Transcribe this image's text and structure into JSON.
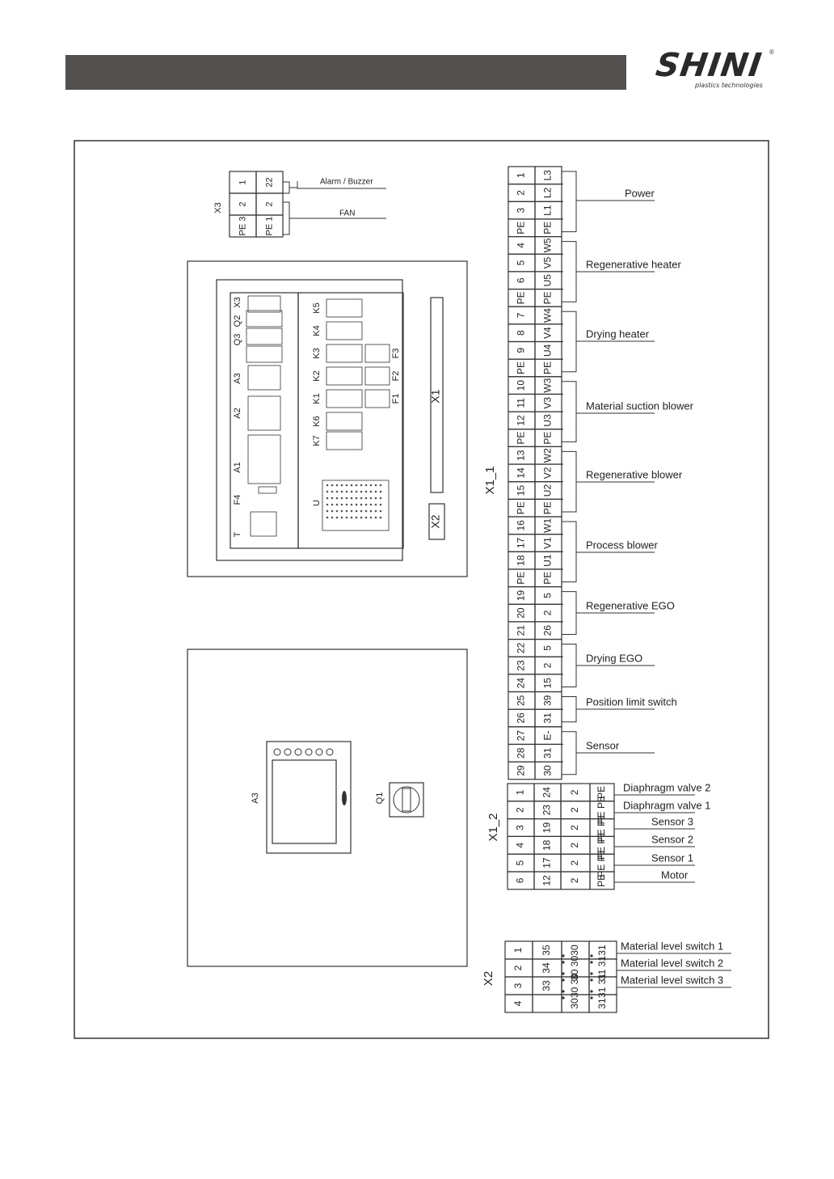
{
  "logo": {
    "word": "SHINI",
    "registered": "®",
    "tagline": "plastics technologies"
  },
  "x3": {
    "label": "X3",
    "rows": [
      [
        "1",
        "22"
      ],
      [
        "2",
        "2"
      ],
      [
        "PE 3",
        "PE 1"
      ]
    ],
    "signals": [
      "Alarm / Buzzer",
      "FAN"
    ]
  },
  "cabinet": {
    "left_components": [
      "X3",
      "Q2",
      "Q3",
      "A3",
      "A2",
      "A1",
      "F4",
      "T"
    ],
    "relays": [
      "K5",
      "K4",
      "K3",
      "K2",
      "K1",
      "K6",
      "K7"
    ],
    "fuses": [
      "F3",
      "F2",
      "F1"
    ],
    "power_supply": "U",
    "terminal_x1": "X1",
    "terminal_x2": "X2"
  },
  "panel": {
    "screen": "A3",
    "switch": "Q1"
  },
  "x1_1": {
    "label": "X1_1",
    "rows": [
      [
        "1",
        "L3"
      ],
      [
        "2",
        "L2"
      ],
      [
        "3",
        "L1"
      ],
      [
        "PE",
        "PE"
      ],
      [
        "4",
        "W5"
      ],
      [
        "5",
        "V5"
      ],
      [
        "6",
        "U5"
      ],
      [
        "PE",
        "PE"
      ],
      [
        "7",
        "W4"
      ],
      [
        "8",
        "V4"
      ],
      [
        "9",
        "U4"
      ],
      [
        "PE",
        "PE"
      ],
      [
        "10",
        "W3"
      ],
      [
        "11",
        "V3"
      ],
      [
        "12",
        "U3"
      ],
      [
        "PE",
        "PE"
      ],
      [
        "13",
        "W2"
      ],
      [
        "14",
        "V2"
      ],
      [
        "15",
        "U2"
      ],
      [
        "PE",
        "PE"
      ],
      [
        "16",
        "W1"
      ],
      [
        "17",
        "V1"
      ],
      [
        "18",
        "U1"
      ],
      [
        "PE",
        "PE"
      ],
      [
        "19",
        "5"
      ],
      [
        "20",
        "2"
      ],
      [
        "21",
        "26"
      ],
      [
        "22",
        "5"
      ],
      [
        "23",
        "2"
      ],
      [
        "24",
        "15"
      ],
      [
        "25",
        "39"
      ],
      [
        "26",
        "31"
      ],
      [
        "27",
        "E-"
      ],
      [
        "28",
        "31"
      ],
      [
        "29",
        "30"
      ]
    ],
    "signals": [
      "Power",
      "Regenerative heater",
      "Drying heater",
      "Material suction blower",
      "Regenerative blower",
      "Process blower",
      "Regenerative EGO",
      "Drying EGO",
      "Position limit switch",
      "Sensor"
    ]
  },
  "x1_2": {
    "label": "X1_2",
    "rows": [
      [
        "1",
        "24",
        "2",
        "PE"
      ],
      [
        "2",
        "23",
        "2",
        "PE PE"
      ],
      [
        "3",
        "19",
        "2",
        "PE PE"
      ],
      [
        "4",
        "18",
        "2",
        "PE PE"
      ],
      [
        "5",
        "17",
        "2",
        "PE PE"
      ],
      [
        "6",
        "12",
        "2",
        "PE"
      ]
    ],
    "signals": [
      "Diaphragm valve 2",
      "Diaphragm valve 1",
      "Sensor 3",
      "Sensor 2",
      "Sensor 1",
      "Motor"
    ]
  },
  "x2": {
    "label": "X2",
    "rows": [
      [
        "1",
        "35",
        "30",
        "31"
      ],
      [
        "2",
        "34",
        "30 30",
        "31 31"
      ],
      [
        "3",
        "33",
        "30 30",
        "31 31"
      ],
      [
        "4",
        "",
        "30",
        "31"
      ]
    ],
    "signals": [
      "Material level switch 1",
      "Material level switch 2",
      "Material level switch 3"
    ]
  }
}
